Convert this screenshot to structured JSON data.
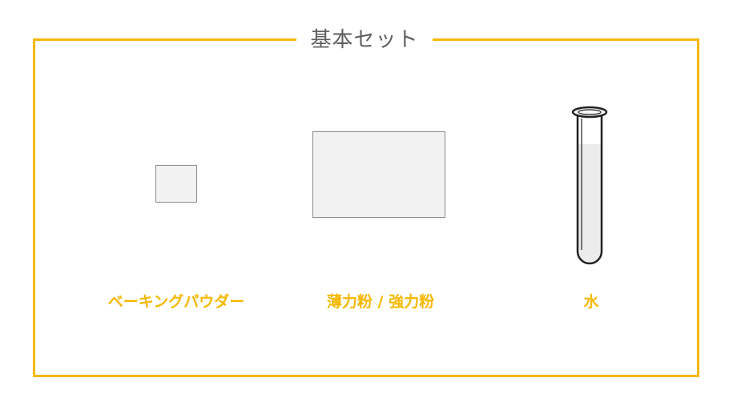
{
  "set": {
    "title": "基本セット",
    "items": [
      {
        "label": "ベーキングパウダー",
        "icon": "baking-powder-square"
      },
      {
        "label": "薄力粉 / 強力粉",
        "icon": "flour-rectangle"
      },
      {
        "label": "水",
        "icon": "test-tube-icon"
      }
    ]
  },
  "colors": {
    "accent": "#F5B800",
    "title_text": "#5f5f5f",
    "item_fill": "#f2f2f2",
    "item_stroke": "#8a8a8a"
  }
}
